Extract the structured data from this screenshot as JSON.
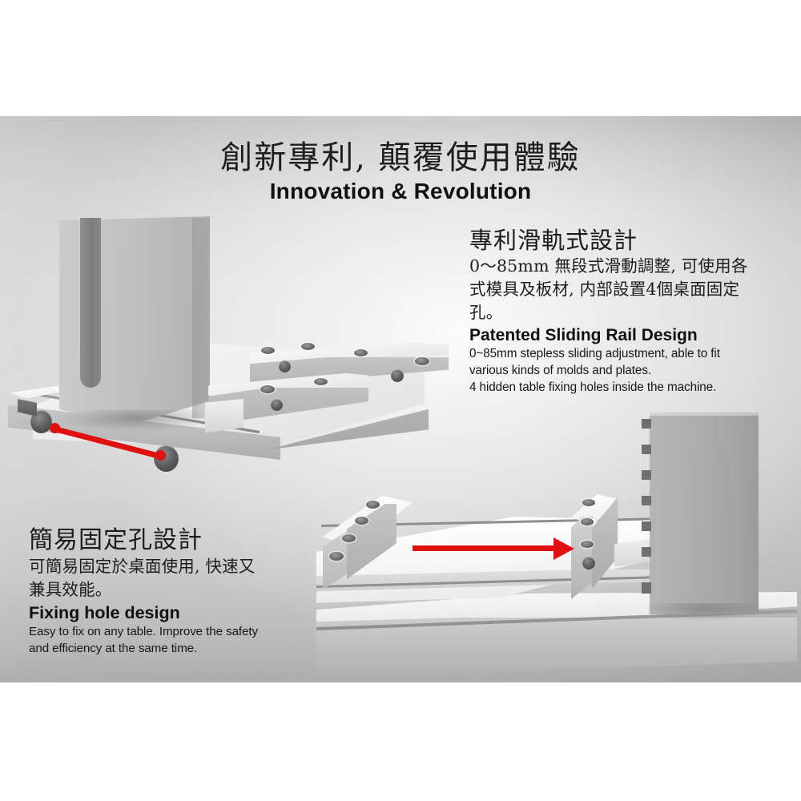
{
  "headline": {
    "chinese": "創新專利, 顛覆使用體驗",
    "english": "Innovation & Revolution"
  },
  "blocks": {
    "rail": {
      "cn_title": "專利滑軌式設計",
      "cn_body_line1": "0～85mm 無段式滑動調整, 可使用各",
      "cn_body_line2": "式模具及板材, 内部設置4個桌面固定",
      "cn_body_line3": "孔。",
      "en_title": "Patented Sliding Rail Design",
      "en_body_line1": "0~85mm stepless sliding adjustment, able to fit",
      "en_body_line2": "various kinds of molds and plates.",
      "en_body_line3": "4 hidden table fixing holes inside the machine."
    },
    "fixing": {
      "cn_title": "簡易固定孔設計",
      "cn_body_line1": "可簡易固定於桌面使用, 快速又",
      "cn_body_line2": "兼具效能。",
      "en_title": "Fixing hole design",
      "en_body_line1": "Easy to fix on any table. Improve the safety",
      "en_body_line2": "and efficiency at the same time."
    }
  },
  "illustrations": {
    "top": {
      "name": "machine-base-with-sliding-rail-render",
      "annotation": "red-span-line-between-two-fixing-holes"
    },
    "bottom": {
      "name": "sliding-rail-bracket-render",
      "annotation": "red-right-arrow-showing-slide-direction"
    }
  },
  "colors": {
    "accent_red": "#e01010",
    "panel_gray": "#cdcdcd",
    "text_dark": "#1b1b1b",
    "page_white": "#ffffff"
  }
}
